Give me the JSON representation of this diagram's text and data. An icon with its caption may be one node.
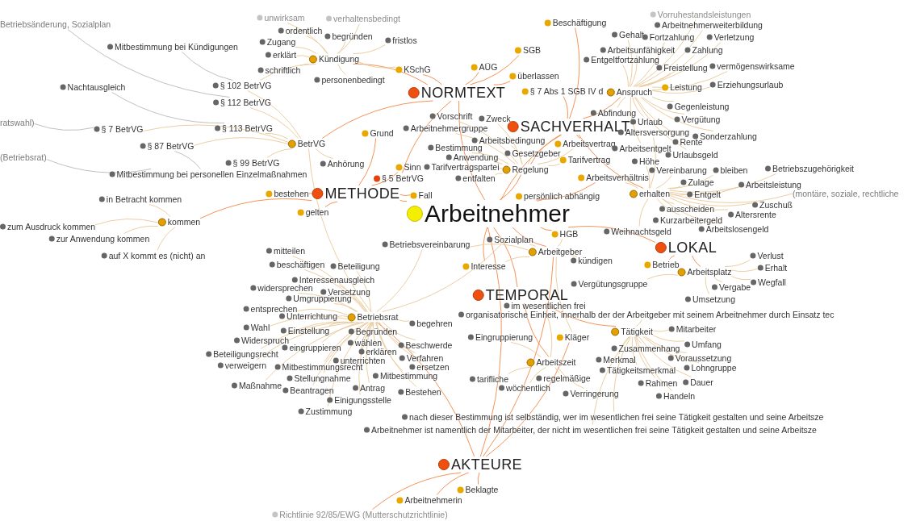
{
  "diagram": {
    "nodes": [
      {
        "text": [
          "Arbeitnehmer"
        ]
      },
      {
        "text": [
          "NORMTEXT"
        ]
      },
      {
        "text": [
          "SACHVERHALT"
        ]
      },
      {
        "text": [
          "METHODE"
        ]
      },
      {
        "text": [
          "LOKAL"
        ]
      },
      {
        "text": [
          "TEMPORAL"
        ]
      },
      {
        "text": [
          "AKTEURE"
        ]
      },
      {
        "text": [
          "Kündigung"
        ]
      },
      {
        "text": [
          "BetrVG"
        ]
      },
      {
        "text": [
          "kommen"
        ]
      },
      {
        "text": [
          "Betriebsrat"
        ]
      },
      {
        "text": [
          "Anspruch"
        ]
      },
      {
        "text": [
          "erhalten"
        ]
      },
      {
        "text": [
          "Regelung"
        ]
      },
      {
        "text": [
          "Arbeitszeit"
        ]
      },
      {
        "text": [
          "Tätigkeit"
        ]
      },
      {
        "text": [
          "Arbeitsplatz"
        ]
      },
      {
        "text": [
          "Arbeitgeber"
        ]
      },
      {
        "text": [
          "KSchG"
        ]
      },
      {
        "text": [
          "AÜG"
        ]
      },
      {
        "text": [
          "SGB"
        ]
      },
      {
        "text": [
          "überlassen"
        ]
      },
      {
        "text": [
          "§ 7 Abs 1 SGB IV d"
        ]
      },
      {
        "text": [
          "Beschäftigung"
        ]
      },
      {
        "text": [
          "Grund"
        ]
      },
      {
        "text": [
          "Sinn"
        ]
      },
      {
        "text": [
          "§ 5 BetrVG"
        ]
      },
      {
        "text": [
          "Fall"
        ]
      },
      {
        "text": [
          "bestehen"
        ]
      },
      {
        "text": [
          "gelten"
        ]
      },
      {
        "text": [
          "persönlich abhängig"
        ]
      },
      {
        "text": [
          "Tarifvertrag"
        ]
      },
      {
        "text": [
          "Arbeitsvertrag"
        ]
      },
      {
        "text": [
          "Arbeitsverhältnis"
        ]
      },
      {
        "text": [
          "Leistung"
        ]
      },
      {
        "text": [
          "HGB"
        ]
      },
      {
        "text": [
          "Interesse"
        ]
      },
      {
        "text": [
          "Kläger"
        ]
      },
      {
        "text": [
          "Betrieb"
        ]
      },
      {
        "text": [
          "Beklagte"
        ]
      },
      {
        "text": [
          "Arbeitnehmerin"
        ]
      },
      {
        "text": [
          "Betriebsänderung, Sozialplan"
        ]
      },
      {
        "text": [
          "Mitbestimmung bei Kündigungen"
        ]
      },
      {
        "text": [
          "Nachtausgleich"
        ]
      },
      {
        "text": [
          "ratswahl)"
        ]
      },
      {
        "text": [
          "§ 102 BetrVG"
        ]
      },
      {
        "text": [
          "§ 112 BetrVG"
        ]
      },
      {
        "text": [
          "§ 113 BetrVG"
        ]
      },
      {
        "text": [
          "§ 7 BetrVG"
        ]
      },
      {
        "text": [
          "§ 87 BetrVG"
        ]
      },
      {
        "text": [
          "(Betriebsrat)"
        ]
      },
      {
        "text": [
          "§ 99 BetrVG"
        ]
      },
      {
        "text": [
          "Mitbestimmung bei personellen Einzelmaßnahmen"
        ]
      },
      {
        "text": [
          "in Betracht kommen"
        ]
      },
      {
        "text": [
          "zum Ausdruck kommen"
        ]
      },
      {
        "text": [
          "zur Anwendung kommen"
        ]
      },
      {
        "text": [
          "auf X kommt es (nicht) an"
        ]
      },
      {
        "text": [
          "unwirksam"
        ]
      },
      {
        "text": [
          "verhaltensbedingt"
        ]
      },
      {
        "text": [
          "ordentlich"
        ]
      },
      {
        "text": [
          "begründen"
        ]
      },
      {
        "text": [
          "fristlos"
        ]
      },
      {
        "text": [
          "Zugang"
        ]
      },
      {
        "text": [
          "erklärt"
        ]
      },
      {
        "text": [
          "schriftlich"
        ]
      },
      {
        "text": [
          "personenbedingt"
        ]
      },
      {
        "text": [
          "Anhörung"
        ]
      },
      {
        "text": [
          "Vorschrift"
        ]
      },
      {
        "text": [
          "Arbeitnehmergruppe"
        ]
      },
      {
        "text": [
          "Zweck"
        ]
      },
      {
        "text": [
          "Arbeitsbedingung"
        ]
      },
      {
        "text": [
          "Bestimmung"
        ]
      },
      {
        "text": [
          "Gesetzgeber"
        ]
      },
      {
        "text": [
          "Anwendung"
        ]
      },
      {
        "text": [
          "Tarifvertragspartei"
        ]
      },
      {
        "text": [
          "entfalten"
        ]
      },
      {
        "text": [
          "Arbeitsentgelt"
        ]
      },
      {
        "text": [
          "Höhe"
        ]
      },
      {
        "text": [
          "Urlaub"
        ]
      },
      {
        "text": [
          "Abfindung"
        ]
      },
      {
        "text": [
          "Altersversorgung"
        ]
      },
      {
        "text": [
          "Vorruhestandsleistungen"
        ]
      },
      {
        "text": [
          "Arbeitnehmerweiterbildung"
        ]
      },
      {
        "text": [
          "Gehalt"
        ]
      },
      {
        "text": [
          "Fortzahlung"
        ]
      },
      {
        "text": [
          "Verletzung"
        ]
      },
      {
        "text": [
          "Arbeitsunfähigkeit"
        ]
      },
      {
        "text": [
          "Zahlung"
        ]
      },
      {
        "text": [
          "Entgeltfortzahlung"
        ]
      },
      {
        "text": [
          "Freistellung"
        ]
      },
      {
        "text": [
          "vermögenswirksame"
        ]
      },
      {
        "text": [
          "Erziehungsurlaub"
        ]
      },
      {
        "text": [
          "Gegenleistung"
        ]
      },
      {
        "text": [
          "Vergütung"
        ]
      },
      {
        "text": [
          "Rente"
        ]
      },
      {
        "text": [
          "Sonderzahlung"
        ]
      },
      {
        "text": [
          "Urlaubsgeld"
        ]
      },
      {
        "text": [
          "Vereinbarung"
        ]
      },
      {
        "text": [
          "bleiben"
        ]
      },
      {
        "text": [
          "Betriebszugehörigkeit"
        ]
      },
      {
        "text": [
          "Zulage"
        ]
      },
      {
        "text": [
          "Arbeitsleistung"
        ]
      },
      {
        "text": [
          "Entgelt"
        ]
      },
      {
        "text": [
          "(montäre, soziale, rechtliche"
        ]
      },
      {
        "text": [
          "ausscheiden"
        ]
      },
      {
        "text": [
          "Zuschuß"
        ]
      },
      {
        "text": [
          "Kurzarbeitergeld"
        ]
      },
      {
        "text": [
          "Altersrente"
        ]
      },
      {
        "text": [
          "Weihnachtsgeld"
        ]
      },
      {
        "text": [
          "Arbeitslosengeld"
        ]
      },
      {
        "text": [
          "Verlust"
        ]
      },
      {
        "text": [
          "Erhalt"
        ]
      },
      {
        "text": [
          "Wegfall"
        ]
      },
      {
        "text": [
          "Vergabe"
        ]
      },
      {
        "text": [
          "Umsetzung"
        ]
      },
      {
        "text": [
          "Vergütungsgruppe"
        ]
      },
      {
        "text": [
          "kündigen"
        ]
      },
      {
        "text": [
          "Sozialplan"
        ]
      },
      {
        "text": [
          "Betriebsvereinbarung"
        ]
      },
      {
        "text": [
          "im wesentlichen frei"
        ]
      },
      {
        "text": [
          "organisatorische Einheit, innerhalb der der Arbeitgeber mit seinem Arbeitnehmer durch Einsatz tec"
        ]
      },
      {
        "text": [
          "Eingruppierung"
        ]
      },
      {
        "text": [
          "Mitarbeiter"
        ]
      },
      {
        "text": [
          "Zusammenhang"
        ]
      },
      {
        "text": [
          "Umfang"
        ]
      },
      {
        "text": [
          "Merkmal"
        ]
      },
      {
        "text": [
          "Voraussetzung"
        ]
      },
      {
        "text": [
          "regelmäßige"
        ]
      },
      {
        "text": [
          "Tätigkeitsmerkmal"
        ]
      },
      {
        "text": [
          "Lohngruppe"
        ]
      },
      {
        "text": [
          "tarifliche"
        ]
      },
      {
        "text": [
          "wöchentlich"
        ]
      },
      {
        "text": [
          "Verringerung"
        ]
      },
      {
        "text": [
          "Rahmen"
        ]
      },
      {
        "text": [
          "Dauer"
        ]
      },
      {
        "text": [
          "Handeln"
        ]
      },
      {
        "text": [
          "nach dieser Bestimmung ist selbständig, wer im wesentlichen frei seine Tätigkeit gestalten und seine Arbeitsze"
        ]
      },
      {
        "text": [
          "Arbeitnehmer ist namentlich der Mitarbeiter, der nicht im wesentlichen frei seine Tätigkeit gestalten und seine Arbeitsze"
        ]
      },
      {
        "text": [
          "mitteilen"
        ]
      },
      {
        "text": [
          "beschäftigen"
        ]
      },
      {
        "text": [
          "Beteiligung"
        ]
      },
      {
        "text": [
          "Interessenausgleich"
        ]
      },
      {
        "text": [
          "widersprechen"
        ]
      },
      {
        "text": [
          "Versetzung"
        ]
      },
      {
        "text": [
          "Umgruppierung"
        ]
      },
      {
        "text": [
          "entsprechen"
        ]
      },
      {
        "text": [
          "Unterrichtung"
        ]
      },
      {
        "text": [
          "begehren"
        ]
      },
      {
        "text": [
          "Wahl"
        ]
      },
      {
        "text": [
          "Einstellung"
        ]
      },
      {
        "text": [
          "Begründen"
        ]
      },
      {
        "text": [
          "wählen"
        ]
      },
      {
        "text": [
          "eingruppieren"
        ]
      },
      {
        "text": [
          "Widerspruch"
        ]
      },
      {
        "text": [
          "Beschwerde"
        ]
      },
      {
        "text": [
          "erklären"
        ]
      },
      {
        "text": [
          "Beteiligungsrecht"
        ]
      },
      {
        "text": [
          "unterrichten"
        ]
      },
      {
        "text": [
          "Verfahren"
        ]
      },
      {
        "text": [
          "verweigern"
        ]
      },
      {
        "text": [
          "Mitbestimmungsrecht"
        ]
      },
      {
        "text": [
          "ersetzen"
        ]
      },
      {
        "text": [
          "Stellungnahme"
        ]
      },
      {
        "text": [
          "Mitbestimmung"
        ]
      },
      {
        "text": [
          "Maßnahme"
        ]
      },
      {
        "text": [
          "Beantragen"
        ]
      },
      {
        "text": [
          "Antrag"
        ]
      },
      {
        "text": [
          "Bestehen"
        ]
      },
      {
        "text": [
          "Einigungsstelle"
        ]
      },
      {
        "text": [
          "Zustimmung"
        ]
      },
      {
        "text": [
          "Richtlinie 92/85/EWG (Mutterschutzrichtlinie)"
        ]
      }
    ],
    "edges": [
      {
        "from": 1,
        "to": 0,
        "arrow": "none",
        "color": "#f2803c"
      },
      {
        "from": 1,
        "to": 18,
        "arrow": "none",
        "color": "#f2803c"
      },
      {
        "from": 1,
        "to": 19,
        "arrow": "none",
        "color": "#f2803c"
      },
      {
        "from": 1,
        "to": 20,
        "arrow": "none",
        "color": "#f2803c"
      },
      {
        "from": 1,
        "to": 21,
        "arrow": "none",
        "color": "#f2803c"
      },
      {
        "from": 1,
        "to": 26,
        "arrow": "none",
        "color": "#f2803c"
      },
      {
        "from": 1,
        "to": 8,
        "arrow": "none",
        "color": "#f2803c"
      },
      {
        "from": 1,
        "to": 7,
        "arrow": "none",
        "color": "#f2803c"
      },
      {
        "from": 2,
        "to": 0,
        "arrow": "none",
        "color": "#f2803c"
      },
      {
        "from": 2,
        "to": 11,
        "arrow": "none",
        "color": "#f2803c"
      },
      {
        "from": 2,
        "to": 12,
        "arrow": "none",
        "color": "#f2803c"
      },
      {
        "from": 2,
        "to": 13,
        "arrow": "none",
        "color": "#f2803c"
      },
      {
        "from": 2,
        "to": 23,
        "arrow": "none",
        "color": "#f2803c"
      },
      {
        "from": 2,
        "to": 32,
        "arrow": "none",
        "color": "#f2803c"
      },
      {
        "from": 2,
        "to": 22,
        "arrow": "none",
        "color": "#f2803c"
      },
      {
        "from": 3,
        "to": 0,
        "arrow": "none",
        "color": "#f2803c"
      },
      {
        "from": 3,
        "to": 9,
        "arrow": "none",
        "color": "#f2803c"
      },
      {
        "from": 3,
        "to": 28,
        "arrow": "none",
        "color": "#f2803c"
      },
      {
        "from": 3,
        "to": 29,
        "arrow": "none",
        "color": "#f2803c"
      },
      {
        "from": 3,
        "to": 24,
        "arrow": "none",
        "color": "#f2803c"
      },
      {
        "from": 3,
        "to": 27,
        "arrow": "none",
        "color": "#f2803c"
      },
      {
        "from": 3,
        "to": 25,
        "arrow": "none",
        "color": "#f2803c"
      },
      {
        "from": 4,
        "to": 0,
        "arrow": "none",
        "color": "#f2803c"
      },
      {
        "from": 4,
        "to": 38,
        "arrow": "none",
        "color": "#f2803c"
      },
      {
        "from": 4,
        "to": 16,
        "arrow": "none",
        "color": "#f2803c"
      },
      {
        "from": 5,
        "to": 0,
        "arrow": "none",
        "color": "#f2803c"
      },
      {
        "from": 5,
        "to": 14,
        "arrow": "none",
        "color": "#f2803c"
      },
      {
        "from": 5,
        "to": 15,
        "arrow": "none",
        "color": "#f2803c"
      },
      {
        "from": 6,
        "to": 0,
        "arrow": "none",
        "color": "#f2803c"
      },
      {
        "from": 6,
        "to": 39,
        "arrow": "none",
        "color": "#f2803c"
      },
      {
        "from": 6,
        "to": 40,
        "arrow": "none",
        "color": "#f2803c"
      },
      {
        "from": 6,
        "to": 10,
        "arrow": "none",
        "color": "#f2803c"
      },
      {
        "from": 6,
        "to": 17,
        "arrow": "none",
        "color": "#f2803c"
      },
      {
        "from": 6,
        "to": 37,
        "arrow": "none",
        "color": "#f2803c"
      },
      {
        "from": 0,
        "to": 13,
        "arrow": "none",
        "color": "#f2803c"
      },
      {
        "from": 0,
        "to": 17,
        "arrow": "none",
        "color": "#f2803c"
      },
      {
        "from": 0,
        "to": 30,
        "arrow": "none",
        "color": "#f2803c"
      },
      {
        "from": 0,
        "to": 33,
        "arrow": "none",
        "color": "#f2803c"
      },
      {
        "from": 0,
        "to": 36,
        "arrow": "none",
        "color": "#f2803c"
      },
      {
        "from": 0,
        "to": 35,
        "arrow": "none",
        "color": "#f2803c"
      },
      {
        "from": 41,
        "to": 46,
        "arrow": "none",
        "color": "#b5b5b5"
      },
      {
        "from": 42,
        "to": 45,
        "arrow": "none",
        "color": "#b5b5b5"
      },
      {
        "from": 43,
        "to": 47,
        "arrow": "none",
        "color": "#b5b5b5"
      },
      {
        "from": 44,
        "to": 48,
        "arrow": "none",
        "color": "#b5b5b5"
      },
      {
        "from": 50,
        "to": 52,
        "arrow": "none",
        "color": "#b5b5b5"
      },
      {
        "from": 52,
        "to": 49,
        "arrow": "none",
        "color": "#b5b5b5"
      },
      {
        "from": 7,
        "to": 57,
        "arrow": "none"
      },
      {
        "from": 7,
        "to": 58,
        "arrow": "none"
      },
      {
        "from": 7,
        "to": 59,
        "arrow": "none"
      },
      {
        "from": 7,
        "to": 60,
        "arrow": "none"
      },
      {
        "from": 7,
        "to": 61,
        "arrow": "none"
      },
      {
        "from": 7,
        "to": 62,
        "arrow": "none"
      },
      {
        "from": 7,
        "to": 63,
        "arrow": "none"
      },
      {
        "from": 7,
        "to": 64,
        "arrow": "none"
      },
      {
        "from": 7,
        "to": 65,
        "arrow": "none"
      },
      {
        "from": 7,
        "to": 18,
        "arrow": "none"
      },
      {
        "from": 7,
        "to": 45,
        "arrow": "none"
      },
      {
        "from": 8,
        "to": 45,
        "arrow": "none"
      },
      {
        "from": 8,
        "to": 46,
        "arrow": "none"
      },
      {
        "from": 8,
        "to": 47,
        "arrow": "none"
      },
      {
        "from": 8,
        "to": 48,
        "arrow": "none"
      },
      {
        "from": 8,
        "to": 49,
        "arrow": "none"
      },
      {
        "from": 8,
        "to": 51,
        "arrow": "none"
      },
      {
        "from": 8,
        "to": 66,
        "arrow": "none"
      },
      {
        "from": 8,
        "to": 10,
        "arrow": "none"
      },
      {
        "from": 9,
        "to": 53,
        "arrow": "none"
      },
      {
        "from": 9,
        "to": 54,
        "arrow": "none"
      },
      {
        "from": 9,
        "to": 55,
        "arrow": "none"
      },
      {
        "from": 9,
        "to": 56,
        "arrow": "none"
      },
      {
        "from": 10,
        "to": 138,
        "arrow": "none"
      },
      {
        "from": 10,
        "to": 139,
        "arrow": "none"
      },
      {
        "from": 10,
        "to": 140,
        "arrow": "none"
      },
      {
        "from": 10,
        "to": 141,
        "arrow": "none"
      },
      {
        "from": 10,
        "to": 142,
        "arrow": "none"
      },
      {
        "from": 10,
        "to": 143,
        "arrow": "none"
      },
      {
        "from": 10,
        "to": 144,
        "arrow": "none"
      },
      {
        "from": 10,
        "to": 145,
        "arrow": "none"
      },
      {
        "from": 10,
        "to": 146,
        "arrow": "none"
      },
      {
        "from": 10,
        "to": 147,
        "arrow": "none"
      },
      {
        "from": 10,
        "to": 148,
        "arrow": "none"
      },
      {
        "from": 10,
        "to": 149,
        "arrow": "none"
      },
      {
        "from": 10,
        "to": 150,
        "arrow": "none"
      },
      {
        "from": 10,
        "to": 151,
        "arrow": "none"
      },
      {
        "from": 10,
        "to": 152,
        "arrow": "none"
      },
      {
        "from": 10,
        "to": 153,
        "arrow": "none"
      },
      {
        "from": 10,
        "to": 154,
        "arrow": "none"
      },
      {
        "from": 10,
        "to": 155,
        "arrow": "none"
      },
      {
        "from": 10,
        "to": 156,
        "arrow": "none"
      },
      {
        "from": 10,
        "to": 157,
        "arrow": "none"
      },
      {
        "from": 10,
        "to": 158,
        "arrow": "none"
      },
      {
        "from": 10,
        "to": 159,
        "arrow": "none"
      },
      {
        "from": 10,
        "to": 160,
        "arrow": "none"
      },
      {
        "from": 10,
        "to": 161,
        "arrow": "none"
      },
      {
        "from": 10,
        "to": 162,
        "arrow": "none"
      },
      {
        "from": 10,
        "to": 163,
        "arrow": "none"
      },
      {
        "from": 10,
        "to": 164,
        "arrow": "none"
      },
      {
        "from": 10,
        "to": 165,
        "arrow": "none"
      },
      {
        "from": 10,
        "to": 166,
        "arrow": "none"
      },
      {
        "from": 10,
        "to": 167,
        "arrow": "none"
      },
      {
        "from": 10,
        "to": 168,
        "arrow": "none"
      },
      {
        "from": 10,
        "to": 169,
        "arrow": "none"
      },
      {
        "from": 10,
        "to": 117,
        "arrow": "none"
      },
      {
        "from": 10,
        "to": 118,
        "arrow": "none"
      },
      {
        "from": 11,
        "to": 81,
        "arrow": "none"
      },
      {
        "from": 11,
        "to": 82,
        "arrow": "none"
      },
      {
        "from": 11,
        "to": 83,
        "arrow": "none"
      },
      {
        "from": 11,
        "to": 84,
        "arrow": "none"
      },
      {
        "from": 11,
        "to": 85,
        "arrow": "none"
      },
      {
        "from": 11,
        "to": 86,
        "arrow": "none"
      },
      {
        "from": 11,
        "to": 87,
        "arrow": "none"
      },
      {
        "from": 11,
        "to": 88,
        "arrow": "none"
      },
      {
        "from": 11,
        "to": 89,
        "arrow": "none"
      },
      {
        "from": 11,
        "to": 90,
        "arrow": "none"
      },
      {
        "from": 11,
        "to": 91,
        "arrow": "none"
      },
      {
        "from": 11,
        "to": 92,
        "arrow": "none"
      },
      {
        "from": 11,
        "to": 93,
        "arrow": "none"
      },
      {
        "from": 11,
        "to": 94,
        "arrow": "none"
      },
      {
        "from": 11,
        "to": 95,
        "arrow": "none"
      },
      {
        "from": 11,
        "to": 96,
        "arrow": "none"
      },
      {
        "from": 11,
        "to": 34,
        "arrow": "none"
      },
      {
        "from": 11,
        "to": 76,
        "arrow": "none"
      },
      {
        "from": 11,
        "to": 79,
        "arrow": "none"
      },
      {
        "from": 11,
        "to": 78,
        "arrow": "none"
      },
      {
        "from": 12,
        "to": 97,
        "arrow": "none"
      },
      {
        "from": 12,
        "to": 98,
        "arrow": "none"
      },
      {
        "from": 12,
        "to": 99,
        "arrow": "none"
      },
      {
        "from": 12,
        "to": 100,
        "arrow": "none"
      },
      {
        "from": 12,
        "to": 101,
        "arrow": "none"
      },
      {
        "from": 12,
        "to": 102,
        "arrow": "none"
      },
      {
        "from": 12,
        "to": 103,
        "arrow": "none"
      },
      {
        "from": 12,
        "to": 104,
        "arrow": "none"
      },
      {
        "from": 12,
        "to": 105,
        "arrow": "none"
      },
      {
        "from": 12,
        "to": 106,
        "arrow": "none"
      },
      {
        "from": 12,
        "to": 107,
        "arrow": "none"
      },
      {
        "from": 12,
        "to": 108,
        "arrow": "none"
      },
      {
        "from": 12,
        "to": 109,
        "arrow": "none"
      },
      {
        "from": 12,
        "to": 77,
        "arrow": "none"
      },
      {
        "from": 12,
        "to": 80,
        "arrow": "none"
      },
      {
        "from": 12,
        "to": 33,
        "arrow": "none"
      },
      {
        "from": 13,
        "to": 67,
        "arrow": "none"
      },
      {
        "from": 13,
        "to": 68,
        "arrow": "none"
      },
      {
        "from": 13,
        "to": 69,
        "arrow": "none"
      },
      {
        "from": 13,
        "to": 70,
        "arrow": "none"
      },
      {
        "from": 13,
        "to": 71,
        "arrow": "none"
      },
      {
        "from": 13,
        "to": 72,
        "arrow": "none"
      },
      {
        "from": 13,
        "to": 73,
        "arrow": "none"
      },
      {
        "from": 13,
        "to": 74,
        "arrow": "none"
      },
      {
        "from": 13,
        "to": 75,
        "arrow": "none"
      },
      {
        "from": 13,
        "to": 31,
        "arrow": "none"
      },
      {
        "from": 13,
        "to": 32,
        "arrow": "none"
      },
      {
        "from": 14,
        "to": 127,
        "arrow": "none"
      },
      {
        "from": 14,
        "to": 130,
        "arrow": "none"
      },
      {
        "from": 14,
        "to": 131,
        "arrow": "none"
      },
      {
        "from": 14,
        "to": 132,
        "arrow": "none"
      },
      {
        "from": 14,
        "to": 121,
        "arrow": "none"
      },
      {
        "from": 14,
        "to": 119,
        "arrow": "none"
      },
      {
        "from": 15,
        "to": 122,
        "arrow": "none"
      },
      {
        "from": 15,
        "to": 123,
        "arrow": "none"
      },
      {
        "from": 15,
        "to": 124,
        "arrow": "none"
      },
      {
        "from": 15,
        "to": 125,
        "arrow": "none"
      },
      {
        "from": 15,
        "to": 126,
        "arrow": "none"
      },
      {
        "from": 15,
        "to": 128,
        "arrow": "none"
      },
      {
        "from": 15,
        "to": 129,
        "arrow": "none"
      },
      {
        "from": 15,
        "to": 133,
        "arrow": "none"
      },
      {
        "from": 15,
        "to": 134,
        "arrow": "none"
      },
      {
        "from": 15,
        "to": 135,
        "arrow": "none"
      },
      {
        "from": 15,
        "to": 136,
        "arrow": "none"
      },
      {
        "from": 15,
        "to": 137,
        "arrow": "none"
      },
      {
        "from": 15,
        "to": 120,
        "arrow": "none"
      },
      {
        "from": 16,
        "to": 110,
        "arrow": "none"
      },
      {
        "from": 16,
        "to": 111,
        "arrow": "none"
      },
      {
        "from": 16,
        "to": 112,
        "arrow": "none"
      },
      {
        "from": 16,
        "to": 113,
        "arrow": "none"
      },
      {
        "from": 16,
        "to": 114,
        "arrow": "none"
      },
      {
        "from": 16,
        "to": 115,
        "arrow": "none"
      },
      {
        "from": 17,
        "to": 116,
        "arrow": "none"
      },
      {
        "from": 17,
        "to": 117,
        "arrow": "none"
      },
      {
        "from": 17,
        "to": 118,
        "arrow": "none"
      },
      {
        "from": 17,
        "to": 35,
        "arrow": "none"
      },
      {
        "from": 17,
        "to": 36,
        "arrow": "none"
      },
      {
        "from": 17,
        "to": 37,
        "arrow": "none"
      },
      {
        "from": 6,
        "to": 170,
        "arrow": "none",
        "color": "#f2803c"
      }
    ]
  }
}
